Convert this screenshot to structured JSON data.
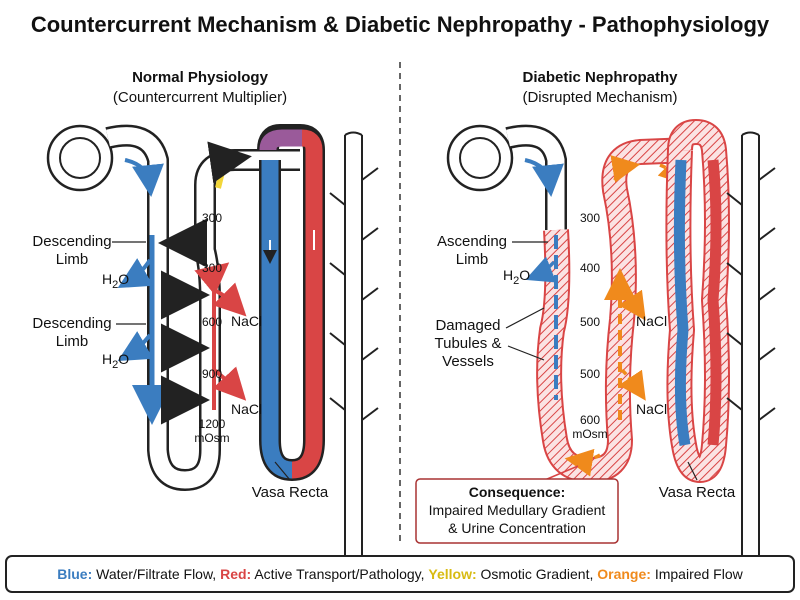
{
  "title": "Countercurrent Mechanism & Diabetic Nephropathy - Pathophysiology",
  "left": {
    "heading": "Normal Physiology",
    "subheading": "(Countercurrent Multiplier)",
    "label_limb_1": "Descending",
    "label_limb_1b": "Limb",
    "label_limb_2": "Descending",
    "label_limb_2b": "Limb",
    "water_1": "H",
    "water_1_sub": "2",
    "water_1_end": "O",
    "water_2": "H",
    "water_2_sub": "2",
    "water_2_end": "O",
    "osm": [
      "300",
      "300",
      "600",
      "900",
      "1200"
    ],
    "osm_unit": "mOsm",
    "nacl_1": "NaCl",
    "nacl_2": "NaCl",
    "vasa": "Vasa Recta"
  },
  "right": {
    "heading": "Diabetic Nephropathy",
    "subheading": "(Disrupted Mechanism)",
    "label_limb_1": "Ascending",
    "label_limb_1b": "Limb",
    "water": "H",
    "water_sub": "2",
    "water_end": "O",
    "damaged_1": "Damaged",
    "damaged_2": "Tubules &",
    "damaged_3": "Vessels",
    "osm": [
      "300",
      "400",
      "500",
      "500",
      "600"
    ],
    "osm_unit": "mOsm",
    "nacl_1": "NaCl",
    "nacl_2": "NaCl",
    "vasa": "Vasa Recta",
    "consequence_title": "Consequence:",
    "consequence_1": "Impaired Medullary Gradient",
    "consequence_2": "& Urine Concentration"
  },
  "legend": {
    "blue_key": "Blue:",
    "blue_text": "Water/Filtrate Flow,",
    "red_key": "Red:",
    "red_text": "Active Transport/Pathology,",
    "yellow_key": "Yellow:",
    "yellow_text": "Osmotic Gradient,",
    "orange_key": "Orange:",
    "orange_text": "Impaired Flow"
  },
  "colors": {
    "blue": "#3b7dc0",
    "red": "#d94545",
    "yellow": "#f2d63a",
    "orange": "#f08a1c",
    "outline": "#222222"
  }
}
